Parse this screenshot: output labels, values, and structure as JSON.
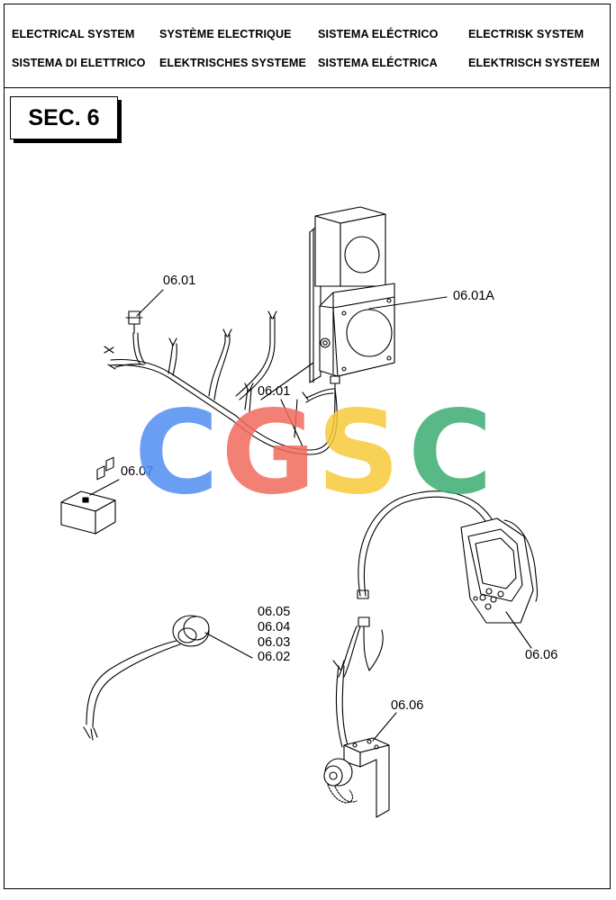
{
  "header": {
    "row1": [
      "ELECTRICAL SYSTEM",
      "SYSTÈME ELECTRIQUE",
      "SISTEMA ELÉCTRICO",
      "ELECTRISK SYSTEM"
    ],
    "row2": [
      "SISTEMA DI ELETTRICO",
      "ELEKTRISCHES SYSTEME",
      "SISTEMA ELÉCTRICA",
      "ELEKTRISCH SYSTEEM"
    ]
  },
  "section": {
    "label": "SEC. 6"
  },
  "callouts": {
    "c1": "06.01",
    "c2": "06.01A",
    "c3": "06.01",
    "c4": "06.07",
    "c5": "06.05",
    "c6": "06.04",
    "c7": "06.03",
    "c8": "06.02",
    "c9": "06.06",
    "c10": "06.06"
  },
  "watermark": {
    "letters": [
      "C",
      "G",
      "S",
      "C"
    ],
    "colors": [
      "#4f8ef0",
      "#f26a5e",
      "#f7c93a",
      "#3cad72"
    ]
  }
}
